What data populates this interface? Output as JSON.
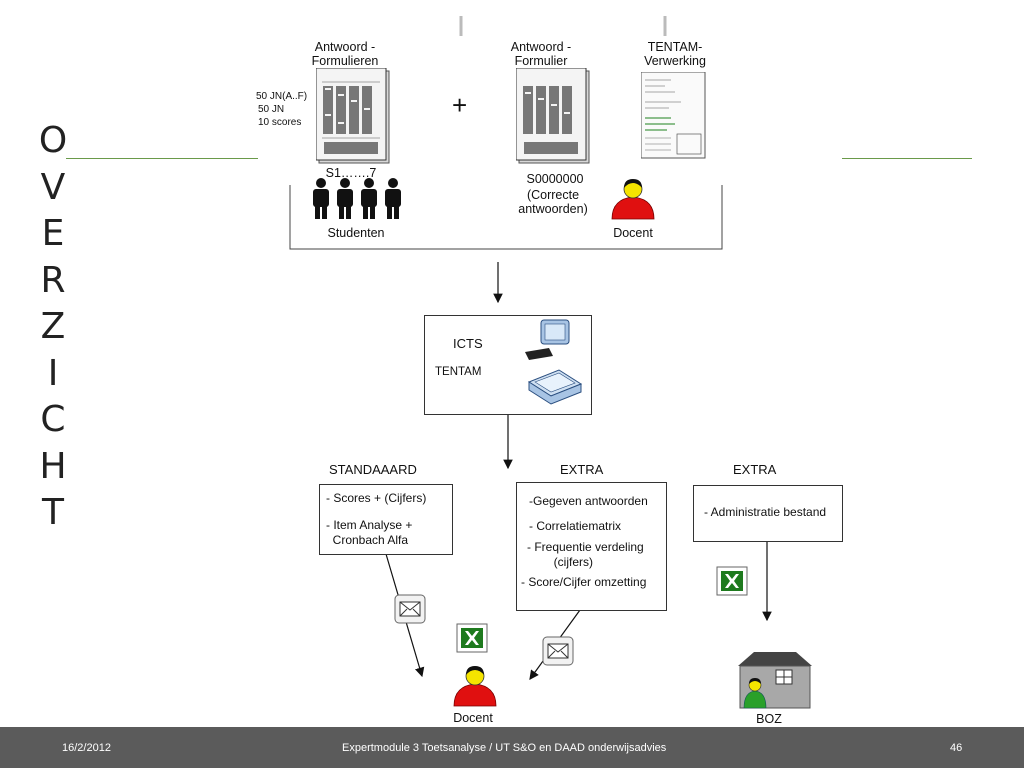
{
  "title_letters": [
    "O",
    "V",
    "E",
    "R",
    "Z",
    "I",
    "C",
    "H",
    "T"
  ],
  "top": {
    "form1_label": "Antwoord -\nFormulieren",
    "form2_label": "Antwoord -\nFormulier",
    "form3_label": "TENTAM-\nVerwerking",
    "left_notes": [
      "50 JN(A..F)",
      "50 JN",
      "10 scores"
    ],
    "plus": "+",
    "s_range": "S1…….7",
    "s_key": "S0000000",
    "correct": "(Correcte\nantwoorden)",
    "students": "Studenten",
    "docent": "Docent"
  },
  "icts": {
    "title": "ICTS",
    "sub": "TENTAM"
  },
  "columns": {
    "standaard": {
      "header": "STANDAAARD",
      "items": [
        "- Scores + (Cijfers)",
        "- Item Analyse +\n  Cronbach Alfa"
      ]
    },
    "extra1": {
      "header": "EXTRA",
      "items": [
        "-Gegeven antwoorden",
        "- Correlatiematrix",
        "- Frequentie verdeling\n        (cijfers)",
        "- Score/Cijfer omzetting"
      ]
    },
    "extra2": {
      "header": "EXTRA",
      "items": [
        "- Administratie bestand"
      ]
    }
  },
  "bottom": {
    "docent": "Docent",
    "boz": "BOZ"
  },
  "footer": {
    "date": "16/2/2012",
    "center": "Expertmodule 3 Toetsanalyse / UT S&O en DAAD onderwijsadvies",
    "page": "46"
  },
  "colors": {
    "docent": "#e01010",
    "boz_person": "#2aa02a",
    "face": "#f5e400",
    "excel": "#1e7a1e",
    "footer": "#5b5b5b"
  }
}
